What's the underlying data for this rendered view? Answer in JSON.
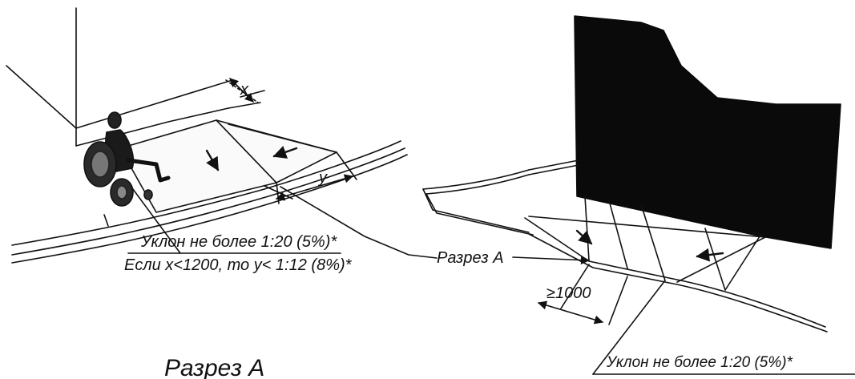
{
  "colors": {
    "ink": "#111111",
    "wall": "#0a0a0a",
    "paper": "#ffffff"
  },
  "labels": {
    "left_slope": "Уклон не более 1:20 (5%)*",
    "left_condition": "Если x<1200, то y< 1:12 (8%)*",
    "section_a": "Разрез А",
    "dim_1000": "≥1000",
    "right_slope": "Уклон не более 1:20 (5%)*",
    "dim_x": "x",
    "dim_y": "y",
    "bottom_section_title": "Разрез А"
  },
  "icons": {
    "person": "wheelchair-user-icon",
    "arrows": "slope-direction-arrow-icon"
  }
}
